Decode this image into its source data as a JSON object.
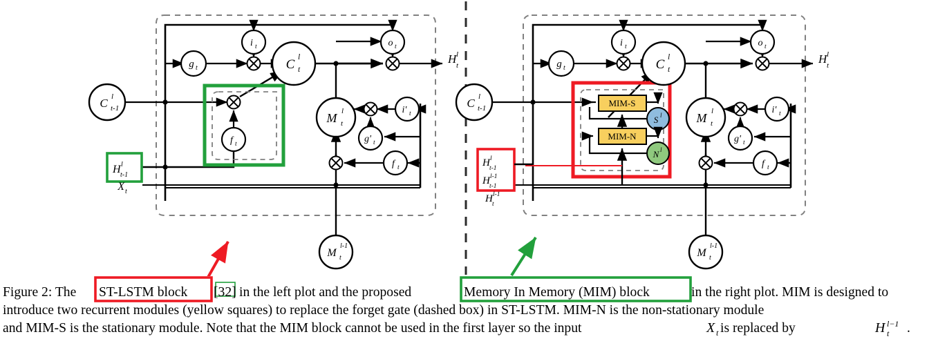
{
  "figure": {
    "divider": "vertical-dashed-separator",
    "left_panel": {
      "name": "ST-LSTM block",
      "nodes": {
        "c_prev": "C",
        "c_prev_sup": "l",
        "c_prev_sub": "t-1",
        "g": "g",
        "g_sub": "t",
        "i": "i",
        "i_sub": "t",
        "c_cur": "C",
        "c_cur_sup": "l",
        "c_cur_sub": "t",
        "o": "o",
        "o_sub": "t",
        "f": "f",
        "f_sub": "t",
        "m_cur": "M",
        "m_cur_sup": "l",
        "m_cur_sub": "t",
        "i_prime": "i'",
        "i_prime_sub": "t",
        "g_prime": "g'",
        "g_prime_sub": "t",
        "f2": "f",
        "f2_sub": "t",
        "m_prev": "M",
        "m_prev_sup": "l-1",
        "m_prev_sub": "t",
        "h_out": "H",
        "h_out_sup": "l",
        "h_out_sub": "t",
        "h_in": "H",
        "h_in_sup": "l",
        "h_in_sub": "t-1",
        "x_in": "X",
        "x_in_sub": "t"
      },
      "highlight": {
        "color": "#22a03c",
        "target": "forget-gate-dashed-box"
      }
    },
    "right_panel": {
      "name": "Memory In Memory (MIM) block",
      "nodes": {
        "c_prev": "C",
        "c_prev_sup": "l",
        "c_prev_sub": "t-1",
        "g": "g",
        "g_sub": "t",
        "i": "i",
        "i_sub": "t",
        "c_cur": "C",
        "c_cur_sup": "l",
        "c_cur_sub": "t",
        "o": "o",
        "o_sub": "t",
        "m_cur": "M",
        "m_cur_sup": "l",
        "m_cur_sub": "t",
        "i_prime": "i'",
        "i_prime_sub": "t",
        "g_prime": "g'",
        "g_prime_sub": "t",
        "f2": "f",
        "f2_sub": "t",
        "m_prev": "M",
        "m_prev_sup": "l-1",
        "m_prev_sub": "t",
        "h_out": "H",
        "h_out_sup": "l",
        "h_out_sub": "t",
        "h_in1": "H",
        "h_in1_sup": "l",
        "h_in1_sub": "t-1",
        "h_in2": "H",
        "h_in2_sup": "l-1",
        "h_in2_sub": "t-1",
        "h_in3": "H",
        "h_in3_sup": "l-1",
        "h_in3_sub": "t",
        "mim_s": "MIM-S",
        "mim_n": "MIM-N",
        "s_state": "S",
        "s_state_sup": "l",
        "n_state": "N",
        "n_state_sup": "l"
      },
      "highlight": {
        "color": "#ee1b24",
        "target": "mim-modules-box"
      }
    },
    "colors": {
      "yellow_module": "#F8CF5E",
      "blue_state": "#8FBCDE",
      "green_state": "#8FC97E",
      "red": "#ee1b24",
      "green": "#22a03c",
      "stroke": "#000000",
      "dashed": "#808080"
    }
  },
  "caption": {
    "prefix": "Figure 2: The ",
    "red_box_text": "ST-LSTM block",
    "cite": "[32]",
    "cite_num": "32",
    "mid": " in the left plot and the proposed ",
    "green_box_text": "Memory In Memory (MIM) block",
    "tail": " in the right plot. MIM is designed to",
    "line2": "introduce two recurrent modules (yellow squares) to replace the forget gate (dashed box) in ST-LSTM. MIM-N is the non-stationary module",
    "line3_a": "and MIM-S is the stationary module. Note that the MIM block cannot be used in the first layer so the input ",
    "line3_x": "X",
    "line3_x_sub": "t",
    "line3_b": " is replaced by ",
    "line3_h": "H",
    "line3_h_sup": "l−1",
    "line3_h_sub": "t",
    "line3_c": "."
  }
}
